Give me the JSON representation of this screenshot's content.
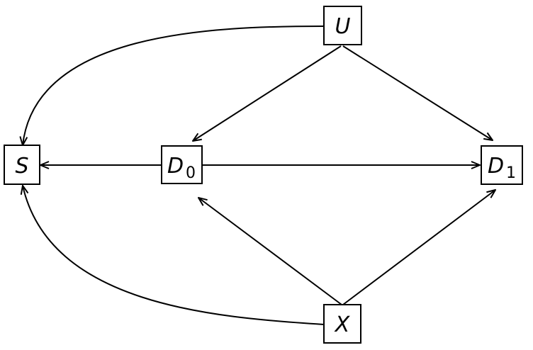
{
  "diagram": {
    "nodes": {
      "U": {
        "label": "U",
        "sub": ""
      },
      "S": {
        "label": "S",
        "sub": ""
      },
      "D0": {
        "label": "D",
        "sub": "0"
      },
      "D1": {
        "label": "D",
        "sub": "1"
      },
      "X": {
        "label": "X",
        "sub": ""
      }
    },
    "edges": [
      {
        "from": "U",
        "to": "S"
      },
      {
        "from": "U",
        "to": "D0"
      },
      {
        "from": "U",
        "to": "D1"
      },
      {
        "from": "D0",
        "to": "S"
      },
      {
        "from": "D0",
        "to": "D1"
      },
      {
        "from": "X",
        "to": "D0"
      },
      {
        "from": "X",
        "to": "D1"
      },
      {
        "from": "X",
        "to": "S"
      }
    ],
    "colors": {
      "stroke": "#000000",
      "fill": "#ffffff"
    }
  }
}
